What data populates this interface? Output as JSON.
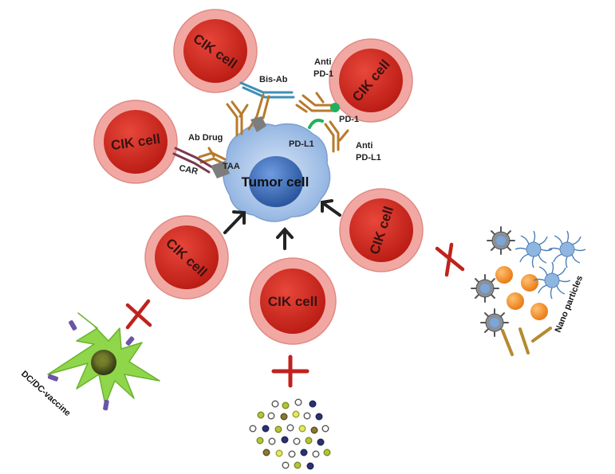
{
  "colors": {
    "cik_outer": "#f2a8a2",
    "cik_inner": "#d5261c",
    "tumor_outer": "#a9c4e8",
    "tumor_nucleus": "#3c6fc2",
    "antibody": "#b87a2a",
    "bis_ab": "#3d8fb5",
    "pd1": "#22b05a",
    "car": "#7a3a52",
    "taa": "#7d7d7d",
    "cross": "#c0221c",
    "arrow": "#222222",
    "dc_body": "#8fd64a",
    "dc_nucleus": "#4b5a20",
    "nano_orange": "#f08a1e",
    "nano_blue": "#8fb6e0"
  },
  "labels": {
    "cik_cell": "CIK cell",
    "tumor_cell": "Tumor cell",
    "bis_ab": "Bis-Ab",
    "anti_pd1_line1": "Anti",
    "anti_pd1_line2": "PD-1",
    "pd1": "PD-1",
    "pdl1": "PD-L1",
    "anti_pdl1_line1": "Anti",
    "anti_pdl1_line2": "PD-L1",
    "ab_drug": "Ab Drug",
    "car": "CAR",
    "taa": "TAA",
    "dc_vaccine": "DC/DC-vaccine",
    "nano_particles": "Nano particles"
  },
  "icons": {
    "plus": "red-plus-icon",
    "cross": "red-cross-icon",
    "arrow": "black-arrow-icon"
  }
}
